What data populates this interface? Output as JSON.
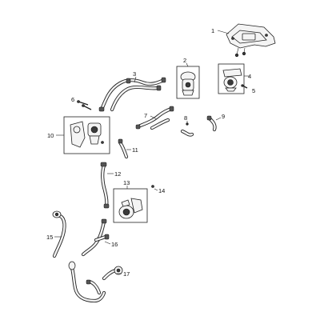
{
  "callouts": [
    {
      "id": "callout-1",
      "text": "1"
    },
    {
      "id": "callout-2",
      "text": "2"
    },
    {
      "id": "callout-3",
      "text": "3"
    },
    {
      "id": "callout-4",
      "text": "4"
    },
    {
      "id": "callout-5",
      "text": "5"
    },
    {
      "id": "callout-6",
      "text": "6"
    },
    {
      "id": "callout-7",
      "text": "7"
    },
    {
      "id": "callout-8",
      "text": "8"
    },
    {
      "id": "callout-9",
      "text": "9"
    },
    {
      "id": "callout-10",
      "text": "10"
    },
    {
      "id": "callout-11",
      "text": "11"
    },
    {
      "id": "callout-12",
      "text": "12"
    },
    {
      "id": "callout-13",
      "text": "13"
    },
    {
      "id": "callout-14",
      "text": "14"
    },
    {
      "id": "callout-15",
      "text": "15"
    },
    {
      "id": "callout-16",
      "text": "16"
    },
    {
      "id": "callout-17",
      "text": "17"
    }
  ]
}
